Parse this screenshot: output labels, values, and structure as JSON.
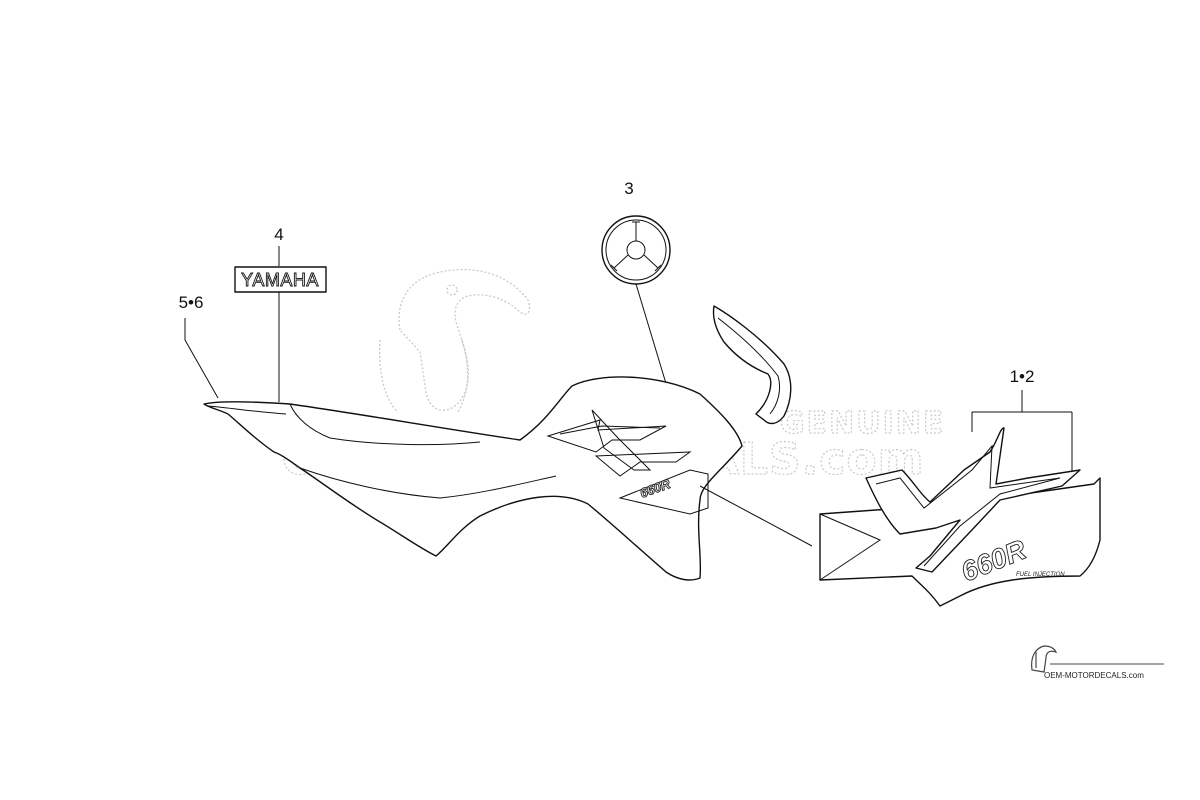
{
  "callouts": {
    "emblem": "3",
    "brand_label": "4",
    "side_panel": "5•6",
    "tank_decal": "1•2"
  },
  "decals": {
    "brand_text": "YAMAHA",
    "model_text": "660R",
    "model_subtext": "FUEL INJECTION"
  },
  "watermark": {
    "main_text": "OEM-MOTORDECALS.com",
    "genuine_text": "GENUINE"
  },
  "footer": {
    "site_text": "OEM-MOTORDECALS.com"
  },
  "colors": {
    "line": "#111111",
    "watermark": "#c9c9c9",
    "background": "#ffffff"
  }
}
